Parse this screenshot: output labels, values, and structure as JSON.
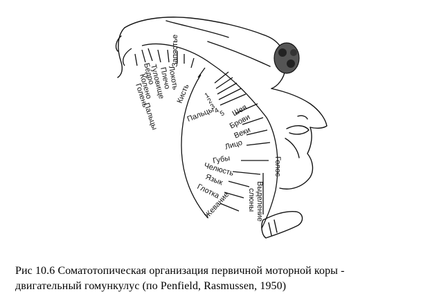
{
  "labels": {
    "zapyastye": "Запястье",
    "lokot": "Локоть",
    "plecho": "Плечо",
    "tulovishche": "Туловище",
    "bedro": "Бедро",
    "koleno": "Колено",
    "golen": "Голень",
    "paltsy_nog": "Пальцы",
    "kist": "Кисть",
    "paltsy": "Пальцы",
    "n1": "1",
    "n2": "2",
    "n3": "3",
    "n4": "4",
    "n5": "5",
    "sheya": "Шея",
    "brovi": "Брови",
    "veki": "Веки",
    "litso": "Лицо",
    "guby": "Губы",
    "golos": "Голос",
    "chelyust": "Челюсть",
    "yazyk": "Язык",
    "glotka": "Глотка",
    "zhevanie": "Жевание",
    "vydelenie": "Выделение",
    "slyuny": "слюны"
  },
  "caption": {
    "line1": "Рис 10.6  Соматотопическая организация первичной моторной коры -",
    "line2": "двигательный гомункулус (по Penfield, Rasmussen, 1950)"
  }
}
